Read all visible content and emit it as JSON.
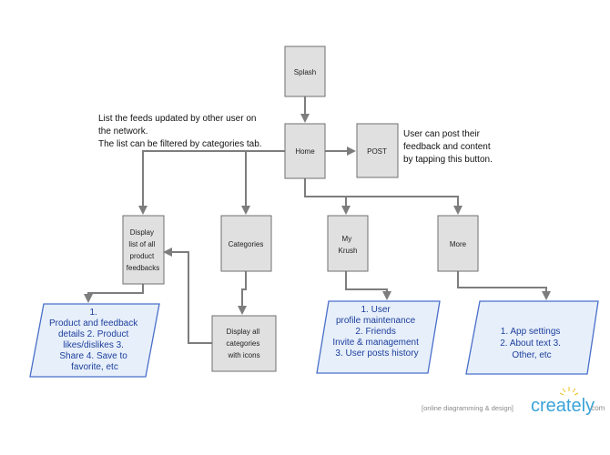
{
  "nodes": {
    "splash": {
      "lines": [
        "Splash"
      ]
    },
    "home": {
      "lines": [
        "Home"
      ]
    },
    "post": {
      "lines": [
        "POST"
      ]
    },
    "display_list": {
      "lines": [
        "Display",
        "list of all",
        "product",
        "feedbacks"
      ]
    },
    "categories": {
      "lines": [
        "Categories"
      ]
    },
    "my_krush": {
      "lines": [
        "My",
        "Krush"
      ]
    },
    "more": {
      "lines": [
        "More"
      ]
    },
    "display_categories": {
      "lines": [
        "Display all",
        "categories",
        "with icons"
      ]
    }
  },
  "details": {
    "feedback": {
      "lines": [
        "1.",
        "Product and feedback",
        "details 2. Product",
        "likes/dislikes  3.",
        "Share 4. Save to",
        "favorite, etc"
      ]
    },
    "user": {
      "lines": [
        "1. User",
        "profile maintenance",
        "2. Friends",
        "Invite &  management",
        "3. User posts history"
      ]
    },
    "settings": {
      "lines": [
        "1. App settings",
        "2. About  text 3.",
        "Other, etc"
      ]
    }
  },
  "notes": {
    "feeds": {
      "lines": [
        "List the feeds updated by other user on",
        "the network.",
        "The list can be filtered by categories tab."
      ]
    },
    "post": {
      "lines": [
        "User can post their",
        "feedback and content",
        "by tapping this button."
      ]
    }
  },
  "branding": {
    "tagline": "[online diagramming & design]",
    "name": "creately",
    "suffix": ".com"
  },
  "colors": {
    "node_fill": "#e0e0e0",
    "detail_fill": "#e7effa",
    "detail_stroke": "#4a6fc9",
    "detail_text": "#1c3f9c",
    "connector": "#7d7d7d",
    "brand": "#3aa3d9"
  }
}
